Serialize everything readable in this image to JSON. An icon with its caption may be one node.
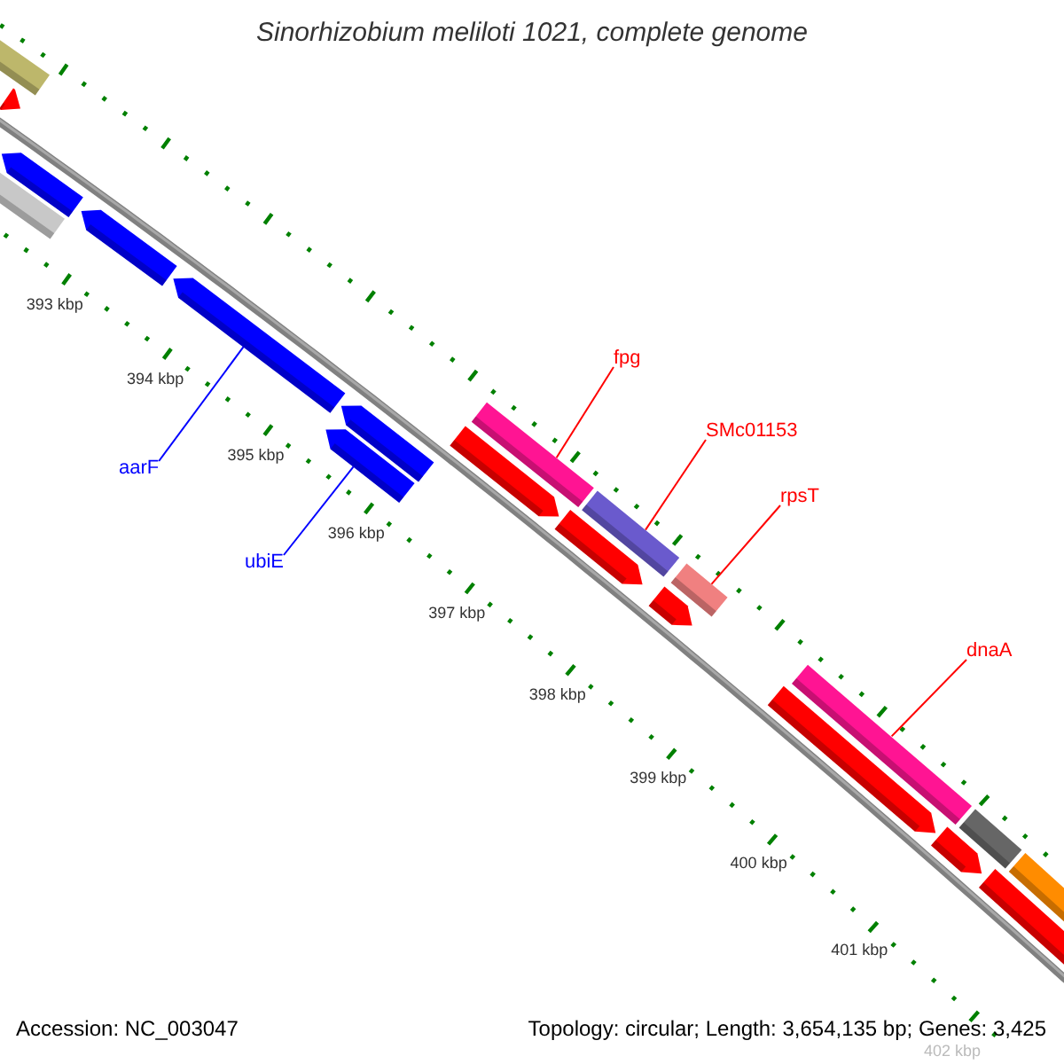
{
  "diagram": {
    "title": "Sinorhizobium meliloti 1021, complete genome",
    "nodes": [
      {
        "text": [
          "fpg"
        ]
      },
      {
        "text": [],
        "shape": "bar"
      },
      {
        "text": [
          "SMc01153"
        ]
      },
      {
        "text": [],
        "shape": "bar"
      },
      {
        "text": [
          "aarF"
        ]
      },
      {
        "text": [],
        "shape": "bar"
      },
      {
        "text": [
          "rpsT"
        ]
      },
      {
        "text": [],
        "shape": "bar"
      },
      {
        "text": [
          "ubiE"
        ]
      },
      {
        "text": [],
        "shape": "bar"
      },
      {
        "text": [
          "dnaA"
        ]
      },
      {
        "text": [],
        "shape": "bar"
      },
      {
        "text": [],
        "shape": "bar"
      },
      {
        "text": [],
        "shape": "bar"
      },
      {
        "text": [],
        "shape": "bar"
      },
      {
        "text": [],
        "shape": "bar"
      },
      {
        "text": [],
        "shape": "bar"
      },
      {
        "text": [],
        "shape": "bar"
      },
      {
        "text": [],
        "shape": "bar"
      },
      {
        "text": [],
        "shape": "bar"
      },
      {
        "text": [],
        "shape": "bar"
      },
      {
        "text": [],
        "shape": "bar"
      },
      {
        "text": [],
        "shape": "bar"
      },
      {
        "text": [],
        "shape": "bar"
      },
      {
        "text": [],
        "shape": "bar"
      },
      {
        "text": [],
        "shape": "bar"
      }
    ],
    "edges": [
      {
        "from": 0,
        "to": 1,
        "arrow": "none"
      },
      {
        "from": 2,
        "to": 3,
        "arrow": "none"
      },
      {
        "from": 4,
        "to": 5,
        "arrow": "none",
        "color": "#0000ff"
      },
      {
        "from": 6,
        "to": 7,
        "arrow": "none"
      },
      {
        "from": 8,
        "to": 9,
        "arrow": "none",
        "color": "#0000ff"
      },
      {
        "from": 10,
        "to": 11,
        "arrow": "none"
      }
    ],
    "labels": [
      "393 kbp",
      "394 kbp",
      "395 kbp",
      "396 kbp",
      "397 kbp",
      "398 kbp",
      "399 kbp",
      "400 kbp",
      "401 kbp",
      "402 kbp",
      "Accession: NC_003047",
      "Topology: circular; Length: 3,654,135 bp; Genes: 3,425"
    ]
  }
}
